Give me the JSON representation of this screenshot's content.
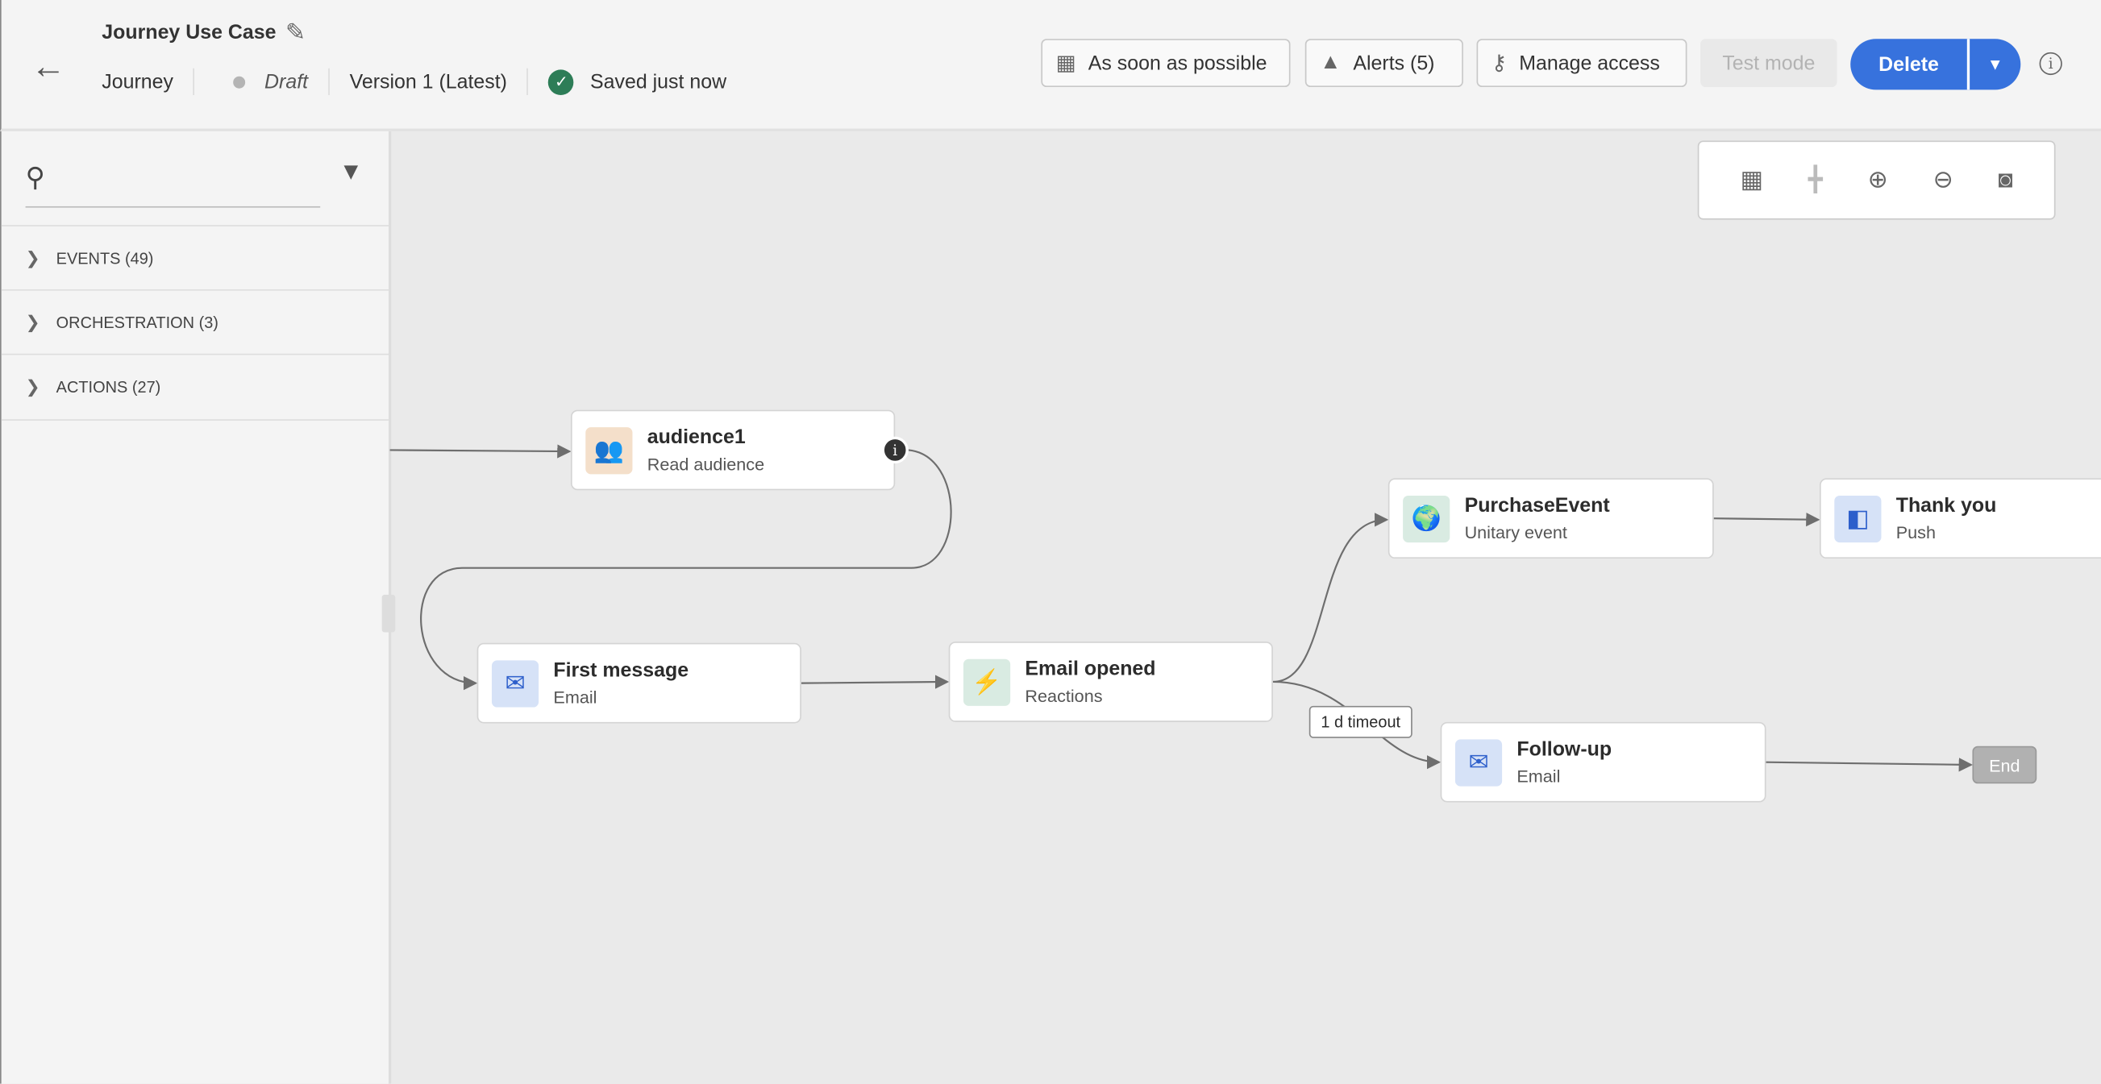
{
  "header": {
    "title": "Journey Use Case",
    "type": "Journey",
    "status": "Draft",
    "version": "Version 1 (Latest)",
    "saved": "Saved just now",
    "buttons": {
      "schedule": "As soon as possible",
      "alerts": "Alerts (5)",
      "manage_access": "Manage access",
      "test_mode": "Test mode",
      "delete": "Delete"
    }
  },
  "sidebar": {
    "search_placeholder": "",
    "categories": [
      {
        "label": "EVENTS (49)"
      },
      {
        "label": "ORCHESTRATION (3)"
      },
      {
        "label": "ACTIONS (27)"
      }
    ]
  },
  "canvas": {
    "nodes": [
      {
        "title": "audience1",
        "subtitle": "Read audience"
      },
      {
        "title": "First message",
        "subtitle": "Email"
      },
      {
        "title": "Email opened",
        "subtitle": "Reactions"
      },
      {
        "title": "PurchaseEvent",
        "subtitle": "Unitary event"
      },
      {
        "title": "Thank you",
        "subtitle": "Push"
      },
      {
        "title": "Follow-up",
        "subtitle": "Email"
      }
    ],
    "timeout_label": "1 d timeout",
    "end_label": "End"
  },
  "colors": {
    "accent": "#3772dd",
    "saved": "#2d7d57",
    "audience": "#c8702c",
    "event": "#4f9a73",
    "message": "#2d5fcb"
  }
}
